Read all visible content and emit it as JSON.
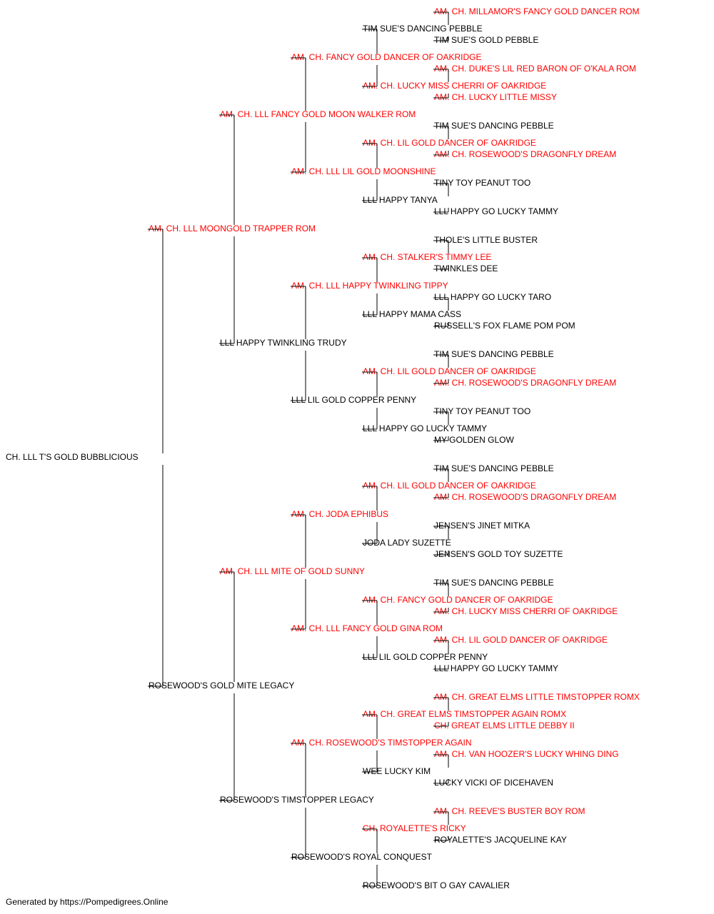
{
  "colors": {
    "champion": "#ff0000",
    "regular": "#000000",
    "connector": "#000000"
  },
  "footer": "Generated by https://Pompedigrees.Online",
  "pedigree": {
    "name": "CH. LLL T'S GOLD BUBBLICIOUS",
    "champion": false,
    "sire": {
      "name": "AM. CH. LLL MOONGOLD TRAPPER ROM",
      "champion": true,
      "sire": {
        "name": "AM. CH. LLL FANCY GOLD MOON WALKER ROM",
        "champion": true,
        "sire": {
          "name": "AM. CH. FANCY GOLD DANCER OF OAKRIDGE",
          "champion": true,
          "sire": {
            "name": "TIM SUE'S DANCING PEBBLE",
            "champion": false,
            "sire": {
              "name": "AM. CH. MILLAMOR'S FANCY GOLD DANCER ROM",
              "champion": true
            },
            "dam": {
              "name": "TIM SUE'S GOLD PEBBLE",
              "champion": false
            }
          },
          "dam": {
            "name": "AM. CH. LUCKY MISS CHERRI OF OAKRIDGE",
            "champion": true,
            "sire": {
              "name": "AM. CH. DUKE'S LIL RED BARON OF O'KALA ROM",
              "champion": true
            },
            "dam": {
              "name": "AM. CH. LUCKY LITTLE MISSY",
              "champion": true
            }
          }
        },
        "dam": {
          "name": "AM. CH. LLL LIL GOLD MOONSHINE",
          "champion": true,
          "sire": {
            "name": "AM. CH. LIL GOLD DANCER OF OAKRIDGE",
            "champion": true,
            "sire": {
              "name": "TIM SUE'S DANCING PEBBLE",
              "champion": false
            },
            "dam": {
              "name": "AM. CH. ROSEWOOD'S DRAGONFLY DREAM",
              "champion": true
            }
          },
          "dam": {
            "name": "LLL HAPPY TANYA",
            "champion": false,
            "sire": {
              "name": "TINY TOY PEANUT TOO",
              "champion": false
            },
            "dam": {
              "name": "LLL HAPPY GO LUCKY TAMMY",
              "champion": false
            }
          }
        }
      },
      "dam": {
        "name": "LLL HAPPY TWINKLING TRUDY",
        "champion": false,
        "sire": {
          "name": "AM. CH. LLL HAPPY TWINKLING TIPPY",
          "champion": true,
          "sire": {
            "name": "AM. CH. STALKER'S TIMMY LEE",
            "champion": true,
            "sire": {
              "name": "THOLE'S LITTLE BUSTER",
              "champion": false
            },
            "dam": {
              "name": "TWINKLES DEE",
              "champion": false
            }
          },
          "dam": {
            "name": "LLL HAPPY MAMA CASS",
            "champion": false,
            "sire": {
              "name": "LLL HAPPY GO LUCKY TARO",
              "champion": false
            },
            "dam": {
              "name": "RUSSELL'S FOX FLAME POM POM",
              "champion": false
            }
          }
        },
        "dam": {
          "name": "LLL LIL GOLD COPPER PENNY",
          "champion": false,
          "sire": {
            "name": "AM. CH. LIL GOLD DANCER OF OAKRIDGE",
            "champion": true,
            "sire": {
              "name": "TIM SUE'S DANCING PEBBLE",
              "champion": false
            },
            "dam": {
              "name": "AM. CH. ROSEWOOD'S DRAGONFLY DREAM",
              "champion": true
            }
          },
          "dam": {
            "name": "LLL HAPPY GO LUCKY TAMMY",
            "champion": false,
            "sire": {
              "name": "TINY TOY PEANUT TOO",
              "champion": false
            },
            "dam": {
              "name": "MY GOLDEN GLOW",
              "champion": false
            }
          }
        }
      }
    },
    "dam": {
      "name": "ROSEWOOD'S GOLD MITE LEGACY",
      "champion": false,
      "sire": {
        "name": "AM. CH. LLL MITE OF GOLD SUNNY",
        "champion": true,
        "sire": {
          "name": "AM. CH. JODA EPHIBUS",
          "champion": true,
          "sire": {
            "name": "AM. CH. LIL GOLD DANCER OF OAKRIDGE",
            "champion": true,
            "sire": {
              "name": "TIM SUE'S DANCING PEBBLE",
              "champion": false
            },
            "dam": {
              "name": "AM. CH. ROSEWOOD'S DRAGONFLY DREAM",
              "champion": true
            }
          },
          "dam": {
            "name": "JODA LADY SUZETTE",
            "champion": false,
            "sire": {
              "name": "JENSEN'S JINET MITKA",
              "champion": false
            },
            "dam": {
              "name": "JENSEN'S GOLD TOY SUZETTE",
              "champion": false
            }
          }
        },
        "dam": {
          "name": "AM. CH. LLL FANCY GOLD GINA ROM",
          "champion": true,
          "sire": {
            "name": "AM. CH. FANCY GOLD DANCER OF OAKRIDGE",
            "champion": true,
            "sire": {
              "name": "TIM SUE'S DANCING PEBBLE",
              "champion": false
            },
            "dam": {
              "name": "AM. CH. LUCKY MISS CHERRI OF OAKRIDGE",
              "champion": true
            }
          },
          "dam": {
            "name": "LLL LIL GOLD COPPER PENNY",
            "champion": false,
            "sire": {
              "name": "AM. CH. LIL GOLD DANCER OF OAKRIDGE",
              "champion": true
            },
            "dam": {
              "name": "LLL HAPPY GO LUCKY TAMMY",
              "champion": false
            }
          }
        }
      },
      "dam": {
        "name": "ROSEWOOD'S TIMSTOPPER LEGACY",
        "champion": false,
        "sire": {
          "name": "AM. CH. ROSEWOOD'S TIMSTOPPER AGAIN",
          "champion": true,
          "sire": {
            "name": "AM. CH. GREAT ELMS TIMSTOPPER AGAIN ROMX",
            "champion": true,
            "sire": {
              "name": "AM. CH. GREAT ELMS LITTLE TIMSTOPPER ROMX",
              "champion": true
            },
            "dam": {
              "name": "CH. GREAT ELMS LITTLE DEBBY II",
              "champion": true
            }
          },
          "dam": {
            "name": "WEE LUCKY KIM",
            "champion": false,
            "sire": {
              "name": "AM. CH. VAN HOOZER'S LUCKY WHING DING",
              "champion": true
            },
            "dam": {
              "name": "LUCKY VICKI OF DICEHAVEN",
              "champion": false
            }
          }
        },
        "dam": {
          "name": "ROSEWOOD'S ROYAL CONQUEST",
          "champion": false,
          "sire": {
            "name": "CH. ROYALETTE'S RICKY",
            "champion": true,
            "sire": {
              "name": "AM. CH. REEVE'S BUSTER BOY ROM",
              "champion": true
            },
            "dam": {
              "name": "ROYALETTE'S JACQUELINE KAY",
              "champion": false
            }
          },
          "dam": {
            "name": "ROSEWOOD'S BIT O GAY CAVALIER",
            "champion": false
          }
        }
      }
    }
  }
}
